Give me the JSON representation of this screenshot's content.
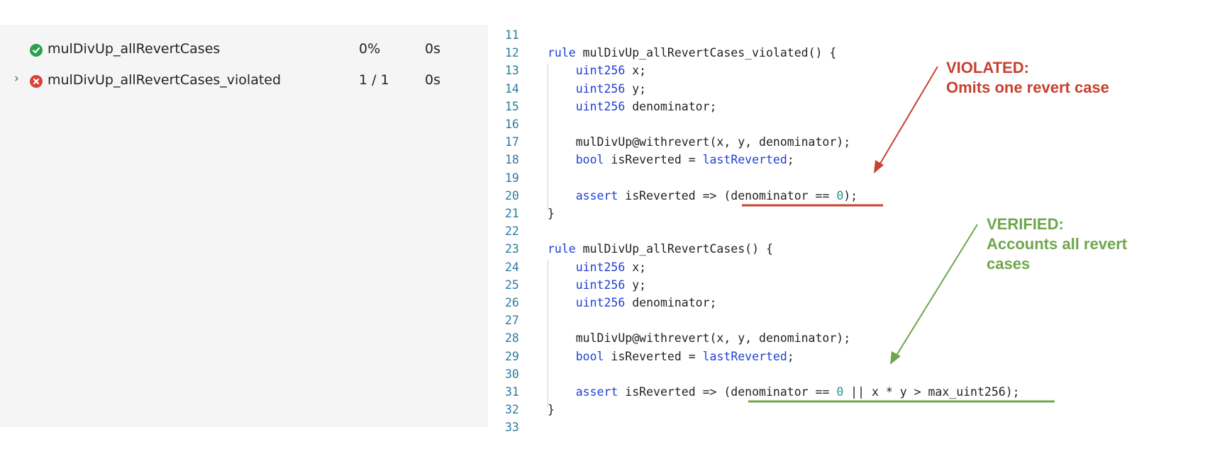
{
  "results": {
    "rows": [
      {
        "status": "verified",
        "name": "mulDivUp_allRevertCases",
        "progress": "0%",
        "time": "0s",
        "expandable": false
      },
      {
        "status": "violated",
        "name": "mulDivUp_allRevertCases_violated",
        "progress": "1 / 1",
        "time": "0s",
        "expandable": true
      }
    ],
    "chevron": "›"
  },
  "code": {
    "lines": [
      {
        "n": "11",
        "src": ""
      },
      {
        "n": "12",
        "src": "<span class=\"kw\">rule</span> mulDivUp_allRevertCases_violated() {"
      },
      {
        "n": "13",
        "src": "    <span class=\"kw\">uint256</span> x;"
      },
      {
        "n": "14",
        "src": "    <span class=\"kw\">uint256</span> y;"
      },
      {
        "n": "15",
        "src": "    <span class=\"kw\">uint256</span> denominator;"
      },
      {
        "n": "16",
        "src": ""
      },
      {
        "n": "17",
        "src": "    mulDivUp@withrevert(x, y, denominator);"
      },
      {
        "n": "18",
        "src": "    <span class=\"kw\">bool</span> isReverted = <span class=\"kw\">lastReverted</span>;"
      },
      {
        "n": "19",
        "src": ""
      },
      {
        "n": "20",
        "src": "    <span class=\"kw\">assert</span> isReverted =&gt; (denominator == <span class=\"num\">0</span>);"
      },
      {
        "n": "21",
        "src": "}"
      },
      {
        "n": "22",
        "src": ""
      },
      {
        "n": "23",
        "src": "<span class=\"kw\">rule</span> mulDivUp_allRevertCases() {"
      },
      {
        "n": "24",
        "src": "    <span class=\"kw\">uint256</span> x;"
      },
      {
        "n": "25",
        "src": "    <span class=\"kw\">uint256</span> y;"
      },
      {
        "n": "26",
        "src": "    <span class=\"kw\">uint256</span> denominator;"
      },
      {
        "n": "27",
        "src": ""
      },
      {
        "n": "28",
        "src": "    mulDivUp@withrevert(x, y, denominator);"
      },
      {
        "n": "29",
        "src": "    <span class=\"kw\">bool</span> isReverted = <span class=\"kw\">lastReverted</span>;"
      },
      {
        "n": "30",
        "src": ""
      },
      {
        "n": "31",
        "src": "    <span class=\"kw\">assert</span> isReverted =&gt; (denominator == <span class=\"num\">0</span> || x * y &gt; max_uint256);"
      },
      {
        "n": "32",
        "src": "}"
      },
      {
        "n": "33",
        "src": ""
      }
    ]
  },
  "annotations": {
    "violated": {
      "title": "VIOLATED:",
      "body": "Omits one revert case",
      "color": "#c7412f"
    },
    "verified": {
      "title": "VERIFIED:",
      "line1": "Accounts all revert",
      "line2": "cases",
      "color": "#6fa64c"
    }
  },
  "colors": {
    "verified": "#2e9e4f",
    "violated": "#d9413a",
    "keyword": "#1f3fd0",
    "number": "#1b9a8a",
    "line_number": "#2b7ba0"
  }
}
